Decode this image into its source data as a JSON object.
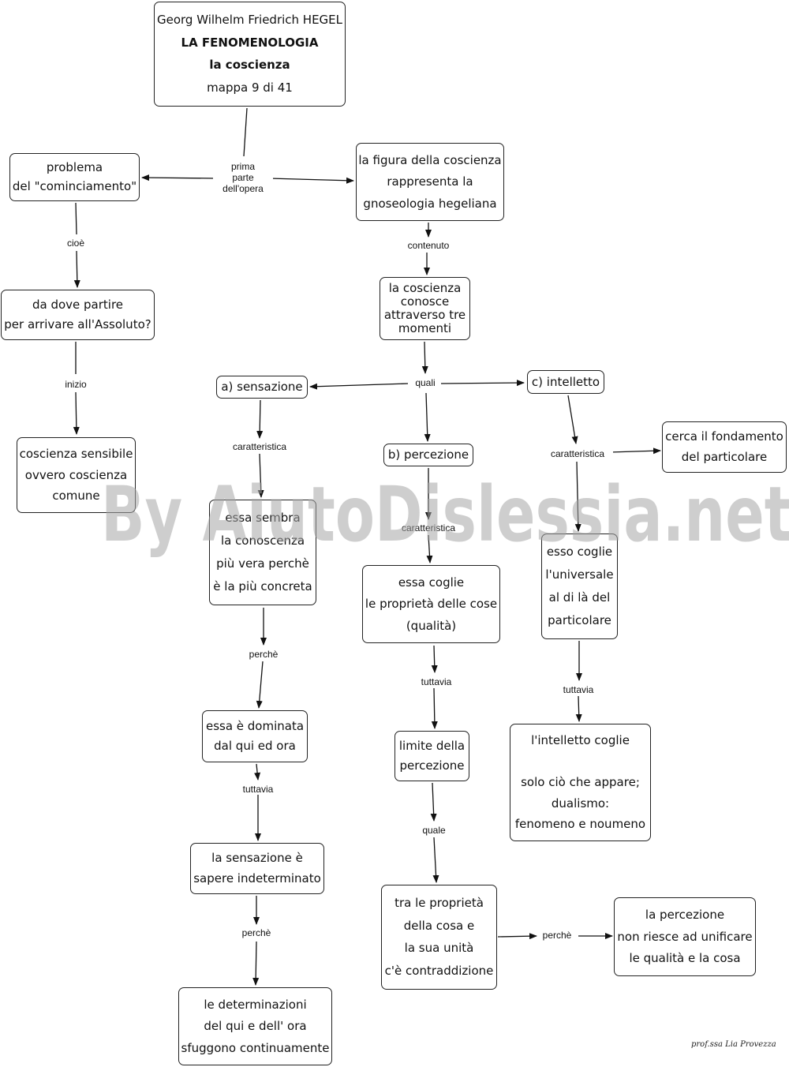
{
  "nodes": {
    "title": {
      "lines": [
        "Georg Wilhelm Friedrich HEGEL",
        "LA FENOMENOLOGIA",
        "la coscienza",
        "mappa 9 di 41"
      ]
    },
    "problema": {
      "lines": [
        "problema",
        "del \"cominciamento\""
      ]
    },
    "da_dove": {
      "lines": [
        "da dove partire",
        "per arrivare all'Assoluto?"
      ]
    },
    "coscienza_sensibile": {
      "lines": [
        "coscienza sensibile",
        "ovvero coscienza",
        "comune"
      ]
    },
    "figura": {
      "lines": [
        "la figura della coscienza",
        "rappresenta la",
        "gnoseologia hegeliana"
      ]
    },
    "tre_momenti": {
      "lines": [
        "la coscienza",
        "conosce",
        "attraverso tre",
        "momenti"
      ]
    },
    "sensazione": {
      "lines": [
        "a) sensazione"
      ]
    },
    "intelletto": {
      "lines": [
        "c) intelletto"
      ]
    },
    "percezione": {
      "lines": [
        "b) percezione"
      ]
    },
    "fondamento": {
      "lines": [
        "cerca il fondamento",
        "del particolare"
      ]
    },
    "sembra": {
      "lines": [
        "essa sembra",
        "la conoscenza",
        "più vera perchè",
        "è la più concreta"
      ]
    },
    "coglie_proprieta": {
      "lines": [
        "essa coglie",
        "le proprietà delle cose",
        "(qualità)"
      ]
    },
    "universale": {
      "lines": [
        "esso coglie",
        "l'universale",
        "al di là del",
        "particolare"
      ]
    },
    "dominata": {
      "lines": [
        "essa è dominata",
        "dal qui ed ora"
      ]
    },
    "limite": {
      "lines": [
        "limite della",
        "percezione"
      ]
    },
    "intelletto_coglie": {
      "lines": [
        "l'intelletto coglie",
        "",
        "solo ciò che appare;",
        "dualismo:",
        "fenomeno e noumeno"
      ]
    },
    "indeterminato": {
      "lines": [
        "la sensazione è",
        "sapere indeterminato"
      ]
    },
    "contraddizione": {
      "lines": [
        "tra le proprietà",
        "della cosa e",
        "la sua unità",
        "c'è contraddizione"
      ]
    },
    "non_unificare": {
      "lines": [
        "la percezione",
        "non riesce ad unificare",
        "le qualità  e la cosa"
      ]
    },
    "determinazioni": {
      "lines": [
        "le determinazioni",
        "del qui e dell' ora",
        "sfuggono continuamente"
      ]
    }
  },
  "links": {
    "prima_parte": {
      "lines": [
        "prima",
        "parte",
        "dell'opera"
      ]
    },
    "cioe": {
      "lines": [
        "cioè"
      ]
    },
    "inizio": {
      "lines": [
        "inizio"
      ]
    },
    "contenuto": {
      "lines": [
        "contenuto"
      ]
    },
    "quali": {
      "lines": [
        "quali"
      ]
    },
    "caratteristica_a": {
      "lines": [
        "caratteristica"
      ]
    },
    "caratteristica_b": {
      "lines": [
        "caratteristica"
      ]
    },
    "caratteristica_c": {
      "lines": [
        "caratteristica"
      ]
    },
    "perche_1": {
      "lines": [
        "perchè"
      ]
    },
    "tuttavia_a": {
      "lines": [
        "tuttavia"
      ]
    },
    "perche_2": {
      "lines": [
        "perchè"
      ]
    },
    "tuttavia_b": {
      "lines": [
        "tuttavia"
      ]
    },
    "quale": {
      "lines": [
        "quale"
      ]
    },
    "perche_3": {
      "lines": [
        "perchè"
      ]
    },
    "tuttavia_c": {
      "lines": [
        "tuttavia"
      ]
    }
  },
  "watermark": "By AiutoDislessia.net",
  "credit": "prof.ssa Lia Provezza"
}
